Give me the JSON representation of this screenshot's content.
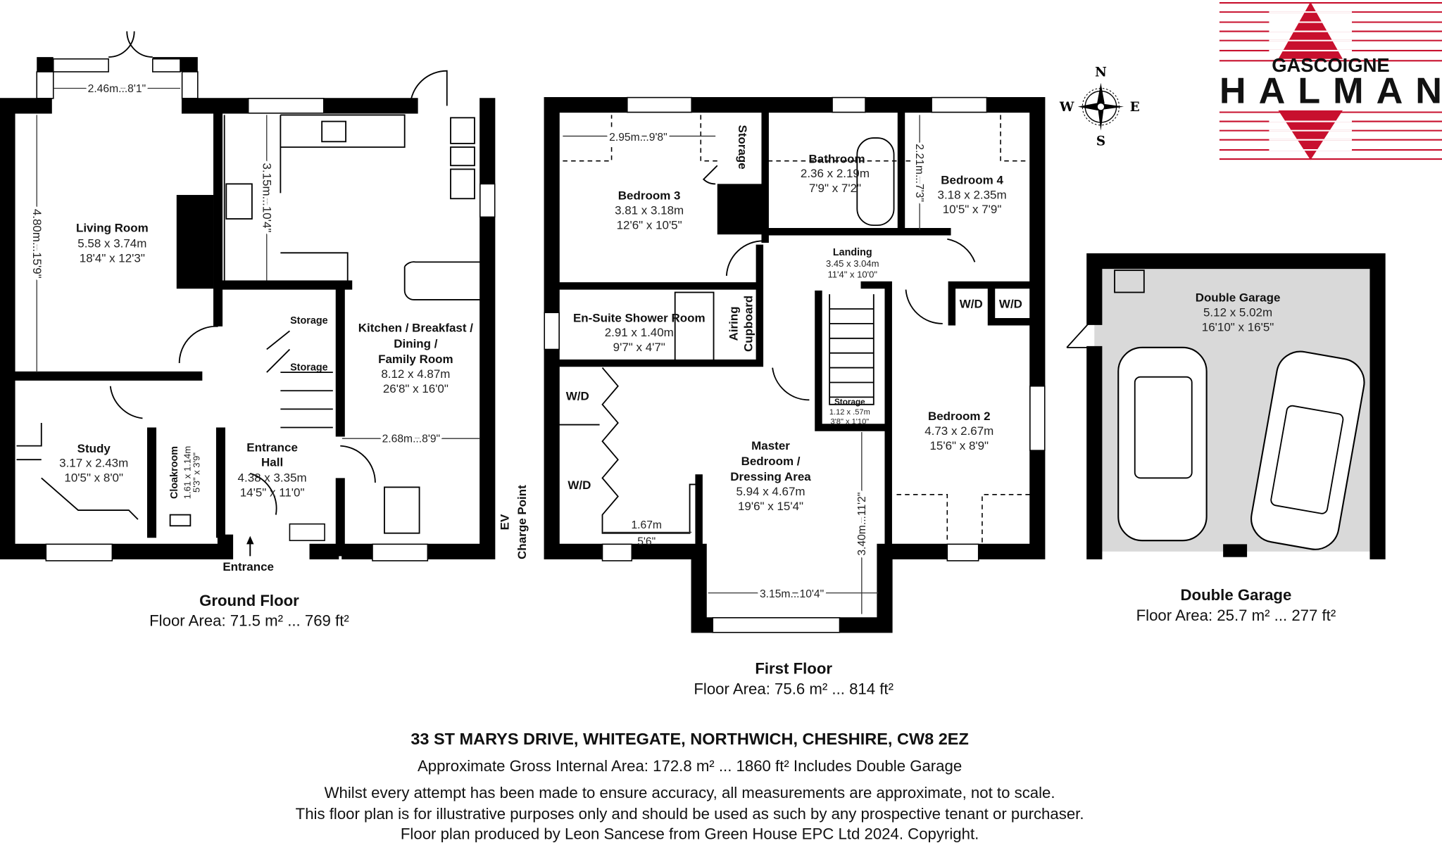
{
  "logo": {
    "line1": "GASCOIGNE",
    "line2": "HALMAN",
    "brand_color": "#c8102e"
  },
  "compass": {
    "n": "N",
    "s": "S",
    "e": "E",
    "w": "W"
  },
  "ground_floor": {
    "title": "Ground Floor",
    "area": "Floor Area: 71.5 m² ... 769 ft²",
    "living_room": {
      "name": "Living Room",
      "metric": "5.58 x 3.74m",
      "imperial": "18'4\" x 12'3\""
    },
    "bay_width": "2.46m...8'1\"",
    "living_height": "4.80m...15'9\"",
    "kitchen_dim": "3.15m...10'4\"",
    "kitchen": {
      "name1": "Kitchen / Breakfast /",
      "name2": "Dining /",
      "name3": "Family Room",
      "metric": "8.12 x 4.87m",
      "imperial": "26'8\" x 16'0\""
    },
    "kitchen_width": "2.68m...8'9\"",
    "storage1": "Storage",
    "storage2": "Storage",
    "study": {
      "name": "Study",
      "metric": "3.17 x 2.43m",
      "imperial": "10'5\" x 8'0\""
    },
    "cloakroom": {
      "name": "Cloakroom",
      "metric": "1.61 x 1.14m",
      "imperial": "5'3\" x 3'9\""
    },
    "hall": {
      "name1": "Entrance",
      "name2": "Hall",
      "metric": "4.38 x 3.35m",
      "imperial": "14'5\" x 11'0\""
    },
    "entrance": "Entrance",
    "ev": {
      "line1": "EV",
      "line2": "Charge Point"
    }
  },
  "first_floor": {
    "title": "First Floor",
    "area": "Floor Area: 75.6 m² ... 814 ft²",
    "bedroom3": {
      "name": "Bedroom 3",
      "metric": "3.81 x 3.18m",
      "imperial": "12'6\" x 10'5\"",
      "dim": "2.95m...9'8\""
    },
    "storage": "Storage",
    "bathroom": {
      "name": "Bathroom",
      "metric": "2.36 x 2.19m",
      "imperial": "7'9\" x 7'2\""
    },
    "bedroom4": {
      "name": "Bedroom 4",
      "metric": "3.18 x 2.35m",
      "imperial": "10'5\" x 7'9\"",
      "dim": "2.21m...7'3\""
    },
    "landing": {
      "name": "Landing",
      "metric": "3.45 x 3.04m",
      "imperial": "11'4\" x 10'0\""
    },
    "ensuite": {
      "name": "En-Suite Shower Room",
      "metric": "2.91 x 1.40m",
      "imperial": "9'7\" x 4'7\""
    },
    "airing": {
      "line1": "Airing",
      "line2": "Cupboard"
    },
    "wd": [
      "W/D",
      "W/D",
      "W/D",
      "W/D"
    ],
    "small_storage": {
      "name": "Storage",
      "metric": "1.12 x .57m",
      "imperial": "3'8\" x 1'10\""
    },
    "bedroom2": {
      "name": "Bedroom 2",
      "metric": "4.73 x 2.67m",
      "imperial": "15'6\" x 8'9\""
    },
    "master": {
      "name1": "Master",
      "name2": "Bedroom /",
      "name3": "Dressing Area",
      "metric": "5.94 x 4.67m",
      "imperial": "19'6\" x 15'4\""
    },
    "dress_dim_m": "1.67m",
    "dress_dim_i": "5'6\"",
    "master_width": "3.15m...10'4\"",
    "master_depth": "3.40m...11'2\""
  },
  "garage": {
    "title": "Double Garage",
    "area": "Floor Area: 25.7 m² ... 277 ft²",
    "name": "Double Garage",
    "metric": "5.12 x 5.02m",
    "imperial": "16'10\" x 16'5\"",
    "fill_color": "#d9d9d9"
  },
  "footer": {
    "address": "33 ST MARYS DRIVE, WHITEGATE, NORTHWICH, CHESHIRE, CW8 2EZ",
    "gross": "Approximate Gross Internal Area: 172.8 m² ... 1860 ft² Includes Double Garage",
    "disclaimer1": "Whilst every attempt has been made to ensure accuracy, all measurements are approximate, not to scale.",
    "disclaimer2": "This floor plan is for illustrative purposes only and should be used as such by any prospective tenant or purchaser.",
    "disclaimer3": "Floor plan produced by Leon Sancese from Green House EPC Ltd 2024. Copyright."
  }
}
